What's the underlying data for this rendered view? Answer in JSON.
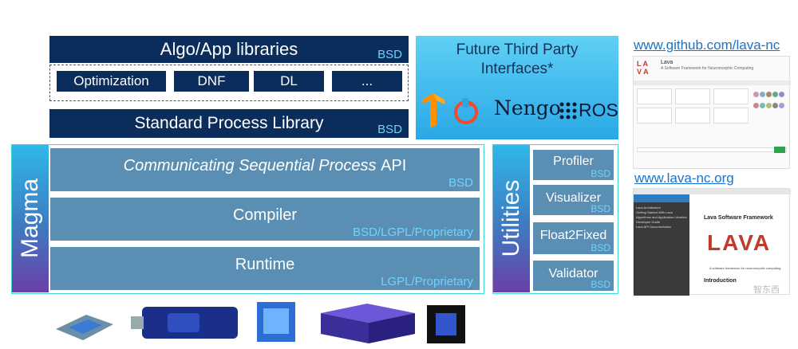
{
  "algo": {
    "title": "Algo/App libraries",
    "license": "BSD",
    "items": [
      "Optimization",
      "DNF",
      "DL",
      "..."
    ]
  },
  "standard": {
    "title": "Standard Process Library",
    "license": "BSD"
  },
  "future": {
    "title": "Future Third Party Interfaces*",
    "logos": [
      "Nengo",
      "ROS"
    ]
  },
  "magma": {
    "label": "Magma",
    "layers": [
      {
        "title_italic": "Communicating Sequential Process",
        "title_rest": "API",
        "license": "BSD"
      },
      {
        "title": "Compiler",
        "license": "BSD/LGPL/Proprietary"
      },
      {
        "title": "Runtime",
        "license": "LGPL/Proprietary"
      }
    ]
  },
  "utilities": {
    "label": "Utilities",
    "items": [
      {
        "title": "Profiler",
        "license": "BSD"
      },
      {
        "title": "Visualizer",
        "license": "BSD"
      },
      {
        "title": "Float2Fixed",
        "license": "BSD"
      },
      {
        "title": "Validator",
        "license": "BSD"
      }
    ]
  },
  "links": {
    "github": "www.github.com/lava-nc",
    "docs": "www.lava-nc.org"
  },
  "github_page": {
    "repo": "Lava",
    "desc": "A Software Framework for Neuromorphic Computing"
  },
  "docs_page": {
    "heading": "Lava Software Framework",
    "logo": "LAVA",
    "tagline": "A software framework for neuromorphic computing",
    "intro": "Introduction",
    "nav": [
      "Lava Architecture",
      "Getting Started With Lava",
      "Algorithms and Application Libraries",
      "Developer Guide",
      "Lava API Documentation"
    ]
  },
  "watermark": "智东西",
  "colors": {
    "navy": "#0b2d5c",
    "steel": "#5a8fb3",
    "license": "#6fd3ff",
    "accent": "#3fd6d6"
  }
}
